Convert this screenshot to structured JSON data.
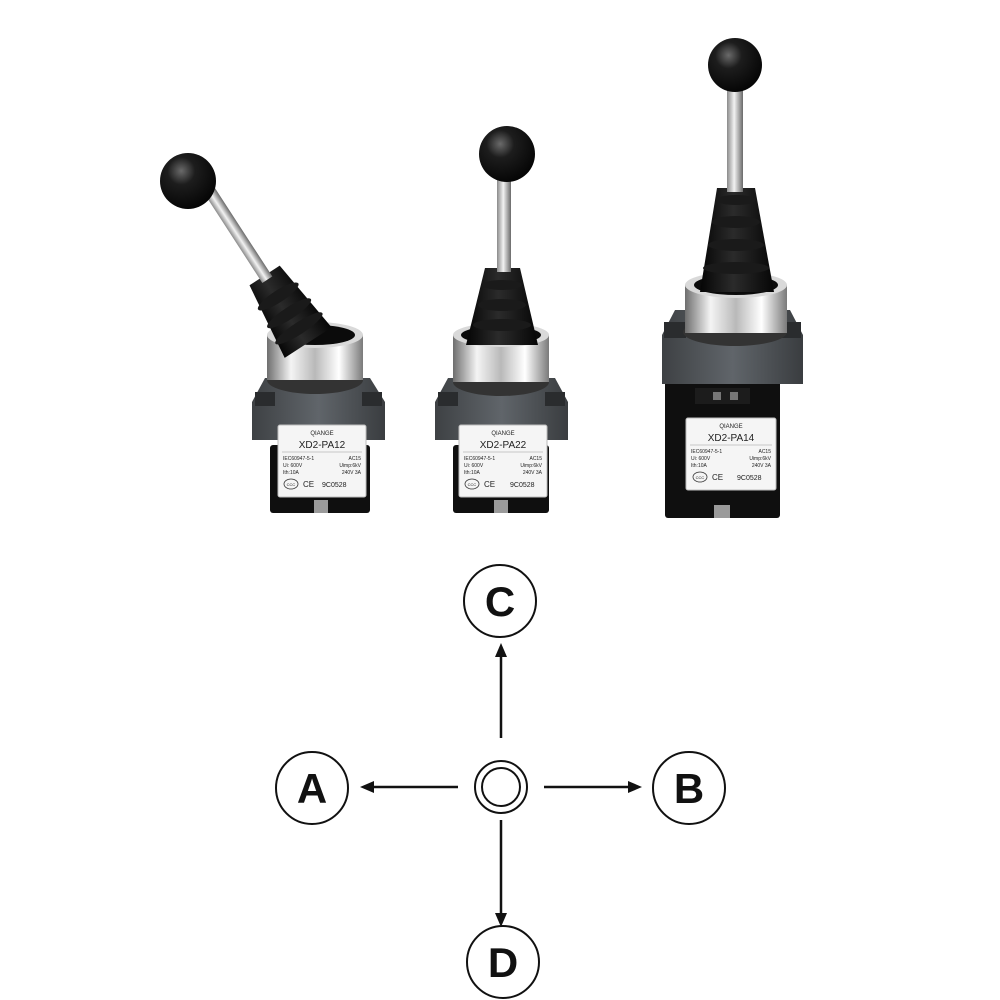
{
  "switches": [
    {
      "brand": "QIANGE",
      "model": "XD2-PA12",
      "spec_left": [
        "IEC60947-5-1",
        "Ui: 600V",
        "Ith:10A"
      ],
      "spec_right": [
        "AC15",
        "Uimp:6kV",
        "240V 3A"
      ],
      "code": "9C0528"
    },
    {
      "brand": "QIANGE",
      "model": "XD2-PA22",
      "spec_left": [
        "IEC60947-5-1",
        "Ui: 600V",
        "Ith:10A"
      ],
      "spec_right": [
        "AC15",
        "Uimp:6kV",
        "240V 3A"
      ],
      "code": "9C0528"
    },
    {
      "brand": "QIANGE",
      "model": "XD2-PA14",
      "spec_left": [
        "IEC60947-5-1",
        "Ui: 600V",
        "Ith:10A"
      ],
      "spec_right": [
        "AC15",
        "Uimp:6kV",
        "240V 3A"
      ],
      "code": "9C0528"
    }
  ],
  "cert_marks": [
    "CCC",
    "CE"
  ],
  "direction_diagram": {
    "up": "C",
    "left": "A",
    "right": "B",
    "down": "D"
  }
}
